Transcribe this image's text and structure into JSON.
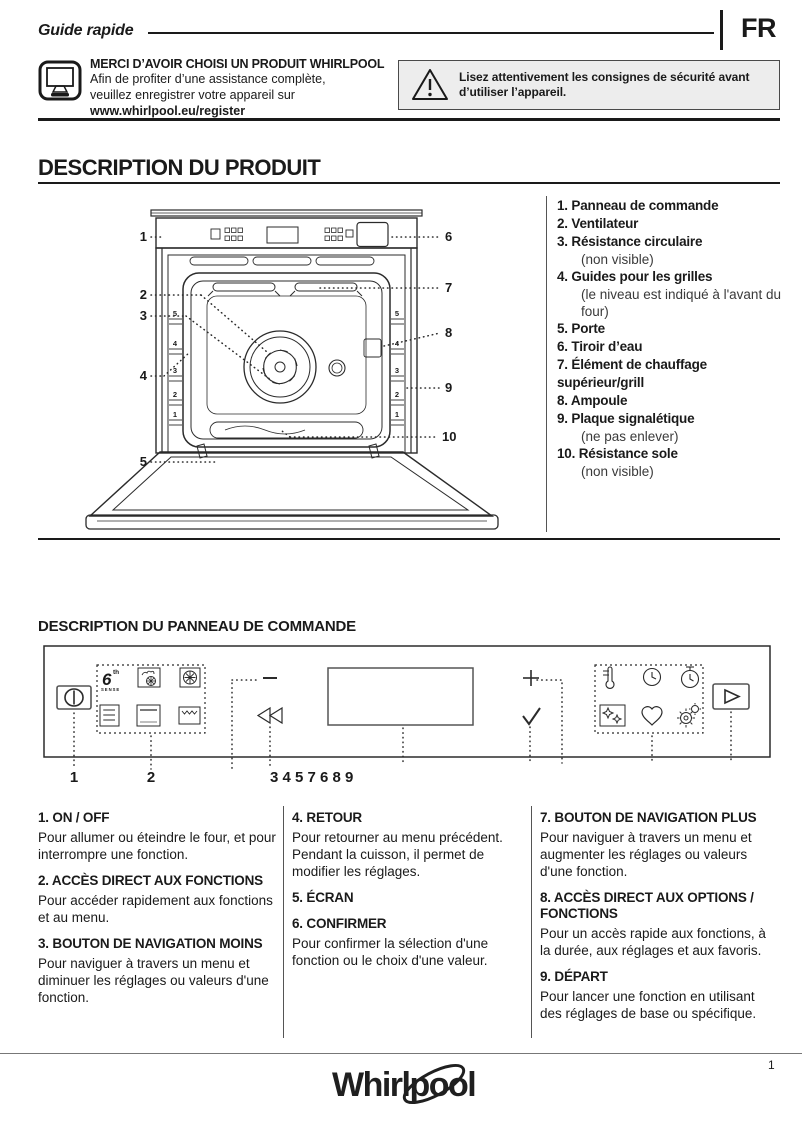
{
  "header": {
    "title": "Guide rapide",
    "language": "FR"
  },
  "register": {
    "icon": "monitor-icon",
    "title": "MERCI D’AVOIR CHOISI UN PRODUIT WHIRLPOOL",
    "line1": "Afin de profiter d’une assistance complète,",
    "line2": "veuillez enregistrer votre appareil sur",
    "url": "www.whirlpool.eu/register"
  },
  "warning": {
    "icon": "warning-triangle-icon",
    "text": "Lisez attentivement les consignes de sécurité avant d’utiliser l’appareil."
  },
  "product": {
    "title": "DESCRIPTION DU PRODUIT",
    "items": [
      {
        "label": "1. Panneau de commande"
      },
      {
        "label": "2. Ventilateur"
      },
      {
        "label": "3. Résistance circulaire",
        "sub": "(non visible)"
      },
      {
        "label": "4. Guides pour les grilles",
        "sub": "(le niveau est indiqué à l'avant du four)"
      },
      {
        "label": "5. Porte"
      },
      {
        "label": "6. Tiroir d’eau"
      },
      {
        "label": "7. Élément de chauffage supérieur/grill"
      },
      {
        "label": "8. Ampoule"
      },
      {
        "label": "9. Plaque signalétique",
        "sub": "(ne pas enlever)"
      },
      {
        "label": "10. Résistance sole",
        "sub": "(non visible)"
      }
    ],
    "callouts": {
      "c1": "1",
      "c2": "2",
      "c3": "3",
      "c4": "4",
      "c5": "5",
      "c6": "6",
      "c7": "7",
      "c8": "8",
      "c9": "9",
      "c10": "10"
    },
    "rack_levels": [
      "5",
      "4",
      "3",
      "2",
      "1"
    ]
  },
  "panel": {
    "title": "DESCRIPTION DU PANNEAU DE COMMANDE",
    "numbers": {
      "n1": "1",
      "n2": "2",
      "cluster": "3 4 5 7 6 8 9"
    },
    "icons": [
      "power-icon",
      "sixth-sense-icon",
      "steam-fan-icon",
      "fan-icon",
      "menu-icon",
      "conventional-oven-icon",
      "grill-icon",
      "minus-icon",
      "back-icon",
      "display",
      "plus-icon",
      "confirm-icon",
      "thermometer-icon",
      "clock-icon",
      "timer-icon",
      "clean-icon",
      "favorites-icon",
      "settings-icon",
      "start-icon"
    ]
  },
  "controls": {
    "columns": [
      {
        "blocks": [
          {
            "heading": "1. ON / OFF",
            "body": "Pour allumer ou éteindre le four, et pour interrompre une fonction."
          },
          {
            "heading": "2. ACCÈS DIRECT AUX FONCTIONS",
            "body": "Pour accéder rapidement aux fonctions et au menu."
          },
          {
            "heading": "3. BOUTON DE NAVIGATION MOINS",
            "body": "Pour naviguer à travers un menu et diminuer les réglages ou valeurs d'une fonction."
          }
        ]
      },
      {
        "blocks": [
          {
            "heading": "4. RETOUR",
            "body": "Pour retourner au menu précédent. Pendant la cuisson, il permet de modifier les réglages."
          },
          {
            "heading": "5. ÉCRAN",
            "body": ""
          },
          {
            "heading": "6. CONFIRMER",
            "body": "Pour confirmer la sélection d'une fonction ou le choix d'une valeur."
          }
        ]
      },
      {
        "blocks": [
          {
            "heading": "7. BOUTON DE NAVIGATION PLUS",
            "body": "Pour naviguer à travers un menu et augmenter les réglages ou valeurs d'une fonction."
          },
          {
            "heading": "8. ACCÈS DIRECT AUX OPTIONS / FONCTIONS",
            "body": "Pour un accès rapide aux fonctions, à la durée, aux réglages et aux favoris."
          },
          {
            "heading": "9. DÉPART",
            "body": "Pour lancer une fonction en utilisant des réglages de base ou spécifique."
          }
        ]
      }
    ]
  },
  "footer": {
    "brand": "Whirlpool",
    "page_number": "1"
  }
}
